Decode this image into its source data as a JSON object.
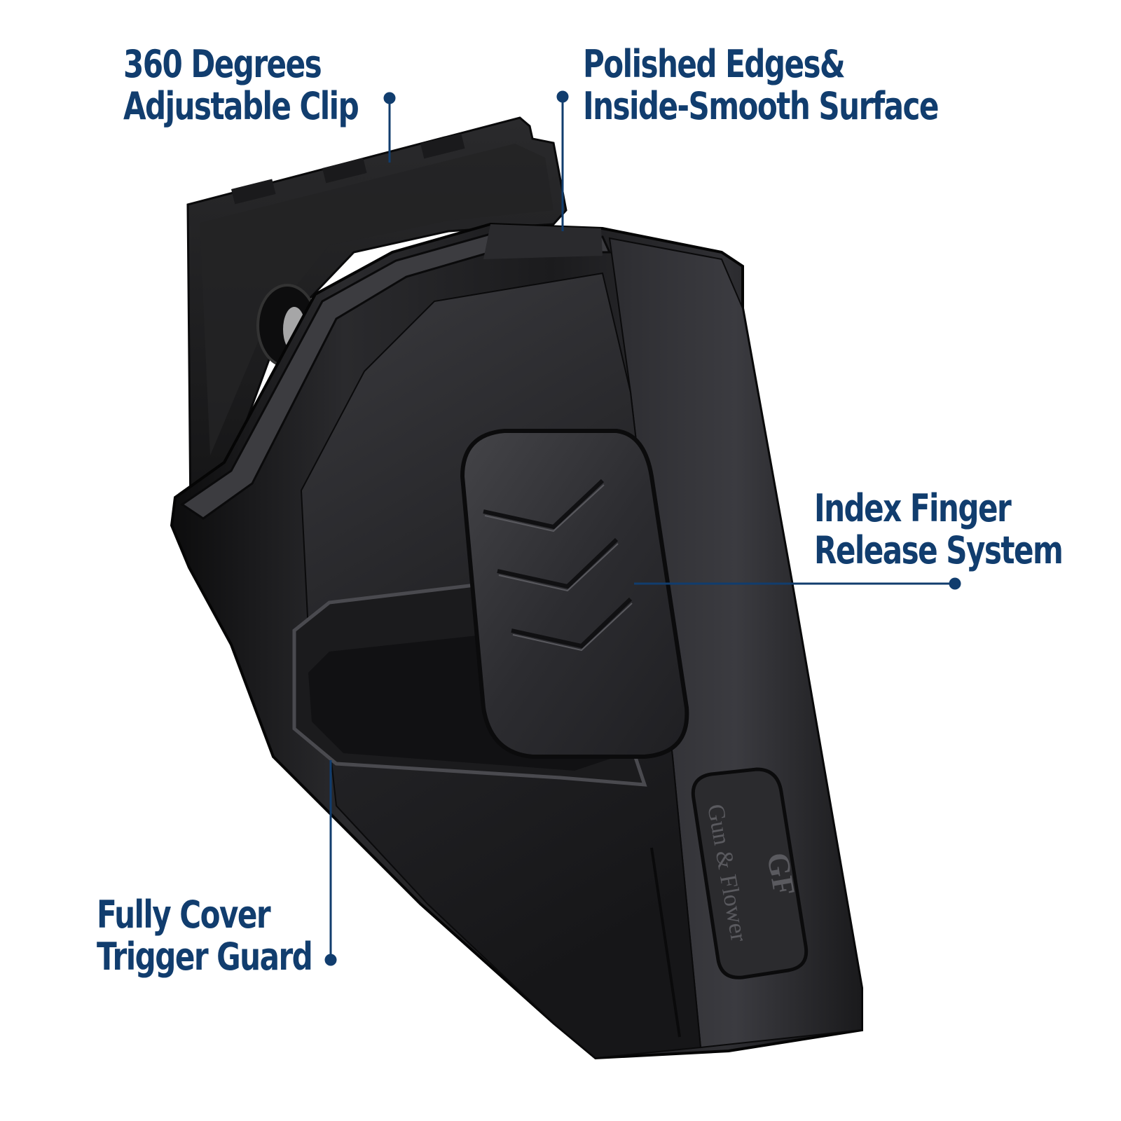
{
  "callouts": {
    "clip": {
      "line1": "360 Degrees",
      "line2": "Adjustable Clip"
    },
    "edges": {
      "line1": "Polished Edges&",
      "line2": "Inside-Smooth Surface"
    },
    "release": {
      "line1": "Index Finger",
      "line2": "Release System"
    },
    "guard": {
      "line1": "Fully Cover",
      "line2": "Trigger Guard"
    }
  },
  "brand": {
    "logo": "GF",
    "name": "Gun & Flower"
  },
  "colors": {
    "callout_text": "#113d6e",
    "leader_line": "#113d6e",
    "holster_body": "#1e1e20",
    "background": "#ffffff"
  }
}
